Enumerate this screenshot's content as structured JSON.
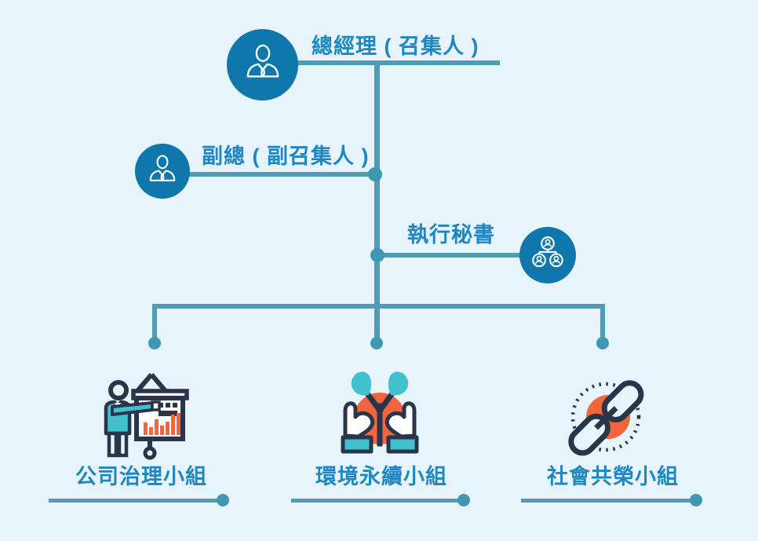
{
  "colors": {
    "background": "#e8f4fb",
    "connector_line": "#4a9eb5",
    "connector_dot": "#3f98b0",
    "node_circle_blue": "#0f77ab",
    "label_blue": "#1e87c2",
    "icon_dark_navy": "#2b3549",
    "icon_teal": "#3fc1ce",
    "icon_orange": "#f2653e",
    "icon_white": "#ffffff"
  },
  "nodes": {
    "root": {
      "label": "總經理 ( 召集人 )",
      "icon": "manager-icon"
    },
    "deputy": {
      "label": "副總 ( 副召集人 )",
      "icon": "manager-icon"
    },
    "secretary": {
      "label": "執行秘書",
      "icon": "team-icon"
    },
    "groups": [
      {
        "label": "公司治理小組",
        "icon": "presentation-chart-icon"
      },
      {
        "label": "環境永續小組",
        "icon": "hands-sprout-icon"
      },
      {
        "label": "社會共榮小組",
        "icon": "chain-links-icon"
      }
    ]
  }
}
